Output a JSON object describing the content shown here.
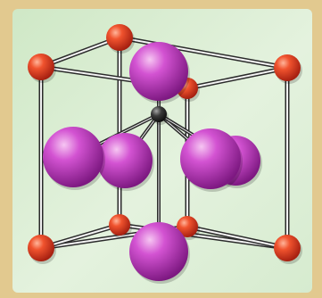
{
  "diagram": {
    "type": "crystal-lattice",
    "colors": {
      "frame_background": "#e2c98f",
      "panel_background": "#d7ecd0",
      "corner_atom": "#e0452a",
      "face_atom": "#c236c2",
      "center_atom": "#2e2e2e",
      "bond_line": "#2b2b2b"
    },
    "counts": {
      "corner_atoms": 8,
      "face_atoms": 6,
      "center_atoms": 1
    }
  }
}
